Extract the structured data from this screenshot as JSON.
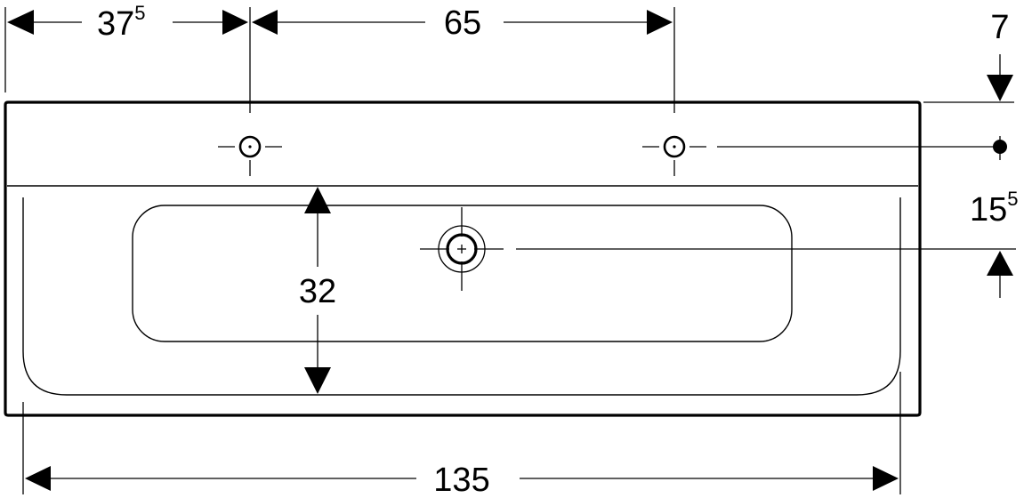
{
  "colors": {
    "ink": "#000000",
    "background": "#ffffff"
  },
  "dimensions": {
    "tap_hole_offset": {
      "main": "37",
      "sup": "5"
    },
    "tap_hole_spacing": "65",
    "top_edge_depth": "7",
    "drain_offset": {
      "main": "15",
      "sup": "5"
    },
    "basin_depth": "32",
    "overall_width": "135"
  }
}
